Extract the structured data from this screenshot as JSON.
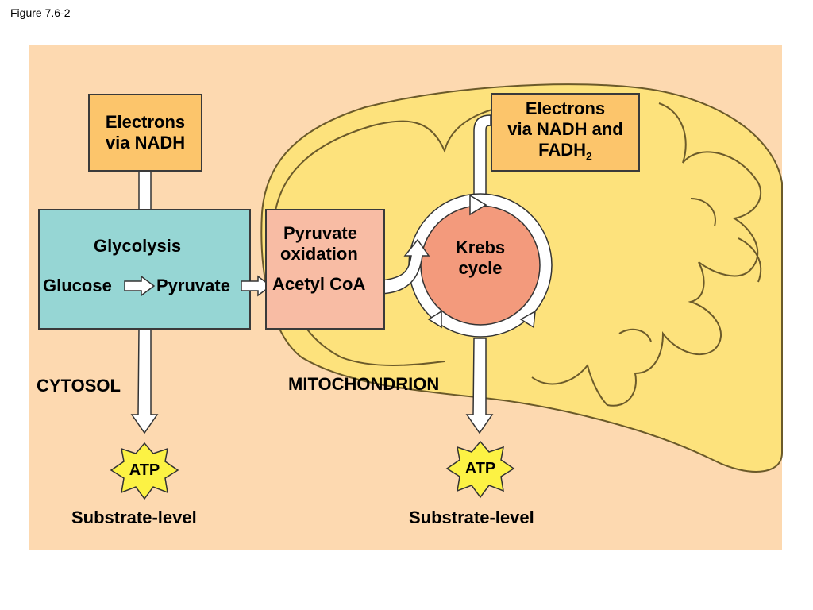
{
  "figure_label": "Figure 7.6-2",
  "boxes": {
    "electrons_nadh": {
      "line1": "Electrons",
      "line2": "via NADH"
    },
    "electrons_nadh_fadh": {
      "line1": "Electrons",
      "line2": "via NADH and",
      "line3_main": "FADH",
      "line3_sub": "2"
    },
    "glycolysis": {
      "title": "Glycolysis",
      "from": "Glucose",
      "to": "Pyruvate"
    },
    "pyruvate_oxidation": {
      "line1": "Pyruvate",
      "line2": "oxidation",
      "product": "Acetyl CoA"
    }
  },
  "krebs": {
    "line1": "Krebs",
    "line2": "cycle"
  },
  "regions": {
    "cytosol": "CYTOSOL",
    "mitochondrion": "MITOCHONDRION"
  },
  "atp_left": {
    "label": "ATP",
    "caption": "Substrate-level"
  },
  "atp_right": {
    "label": "ATP",
    "caption": "Substrate-level"
  },
  "colors": {
    "background_panel": "#fdd9b0",
    "mitochondrion_fill": "#fde27c",
    "electron_box": "#fcc56b",
    "glycolysis_box": "#96d6d4",
    "pyruvate_box": "#f8bca4",
    "krebs_circle": "#f39a7c",
    "atp_star": "#fcf244"
  }
}
